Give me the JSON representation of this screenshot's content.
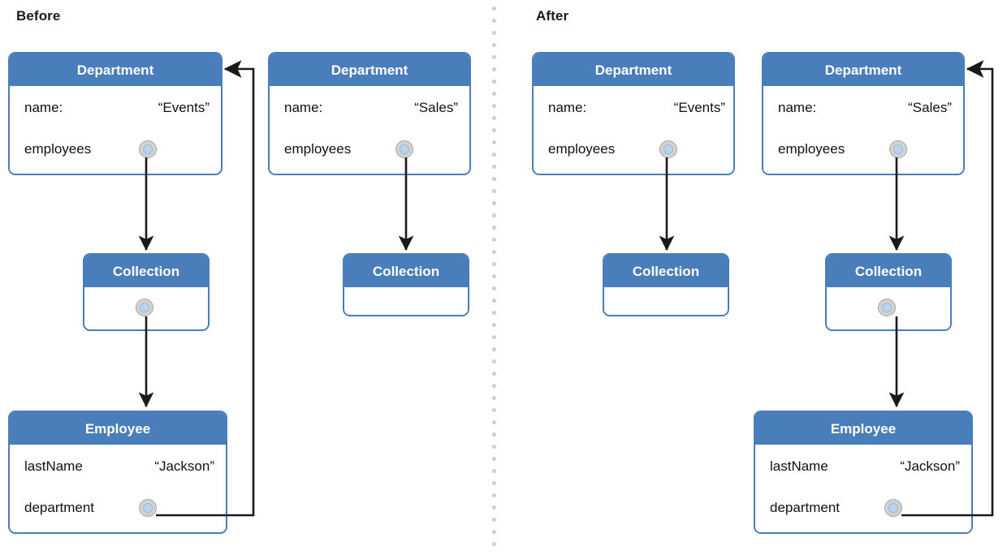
{
  "diagram": {
    "title_before": "Before",
    "title_after": "After",
    "colors": {
      "header_blue": "#4a7ebb",
      "border_blue": "#4a7ebb",
      "body_white": "#ffffff",
      "socket_ring": "#d2d2d2",
      "socket_fill": "#b9d5ee",
      "link_line": "#1a1a1a",
      "divider_dots": "#cfcfcf",
      "caption_text": "#1a1a1a",
      "row_text": "#111111"
    },
    "divider": {
      "name": "dotted-vertical-divider"
    }
  },
  "panels": [
    {
      "id": "before",
      "caption": "Before",
      "boxes": [
        {
          "id": "before-dept-events",
          "type": "Department",
          "header": "Department",
          "rows": [
            {
              "key": "name:",
              "value": "“Events”",
              "socket": false
            },
            {
              "key": "employees",
              "value": "",
              "socket": true
            }
          ]
        },
        {
          "id": "before-dept-sales",
          "type": "Department",
          "header": "Department",
          "rows": [
            {
              "key": "name:",
              "value": "“Sales”",
              "socket": false
            },
            {
              "key": "employees",
              "value": "",
              "socket": true
            }
          ]
        },
        {
          "id": "before-collection-left",
          "type": "Collection",
          "header": "Collection",
          "rows": [
            {
              "key": "",
              "value": "",
              "socket": true
            }
          ]
        },
        {
          "id": "before-collection-right",
          "type": "Collection",
          "header": "Collection",
          "rows": [
            {
              "key": "",
              "value": "",
              "socket": false
            }
          ]
        },
        {
          "id": "before-employee",
          "type": "Employee",
          "header": "Employee",
          "rows": [
            {
              "key": "lastName",
              "value": "“Jackson”",
              "socket": false
            },
            {
              "key": "department",
              "value": "",
              "socket": true
            }
          ]
        }
      ],
      "links": [
        {
          "from": "before-dept-events.employees",
          "to": "before-collection-left",
          "kind": "arrow-down"
        },
        {
          "from": "before-dept-sales.employees",
          "to": "before-collection-right",
          "kind": "arrow-down"
        },
        {
          "from": "before-collection-left.item",
          "to": "before-employee",
          "kind": "arrow-down"
        },
        {
          "from": "before-employee.department",
          "to": "before-dept-events",
          "kind": "arrow-routed-right-up-left"
        }
      ]
    },
    {
      "id": "after",
      "caption": "After",
      "boxes": [
        {
          "id": "after-dept-events",
          "type": "Department",
          "header": "Department",
          "rows": [
            {
              "key": "name:",
              "value": "“Events”",
              "socket": false
            },
            {
              "key": "employees",
              "value": "",
              "socket": true
            }
          ]
        },
        {
          "id": "after-dept-sales",
          "type": "Department",
          "header": "Department",
          "rows": [
            {
              "key": "name:",
              "value": "“Sales”",
              "socket": false
            },
            {
              "key": "employees",
              "value": "",
              "socket": true
            }
          ]
        },
        {
          "id": "after-collection-left",
          "type": "Collection",
          "header": "Collection",
          "rows": [
            {
              "key": "",
              "value": "",
              "socket": false
            }
          ]
        },
        {
          "id": "after-collection-right",
          "type": "Collection",
          "header": "Collection",
          "rows": [
            {
              "key": "",
              "value": "",
              "socket": true
            }
          ]
        },
        {
          "id": "after-employee",
          "type": "Employee",
          "header": "Employee",
          "rows": [
            {
              "key": "lastName",
              "value": "“Jackson”",
              "socket": false
            },
            {
              "key": "department",
              "value": "",
              "socket": true
            }
          ]
        }
      ],
      "links": [
        {
          "from": "after-dept-events.employees",
          "to": "after-collection-left",
          "kind": "arrow-down"
        },
        {
          "from": "after-dept-sales.employees",
          "to": "after-collection-right",
          "kind": "arrow-down"
        },
        {
          "from": "after-collection-right.item",
          "to": "after-employee",
          "kind": "arrow-down"
        },
        {
          "from": "after-employee.department",
          "to": "after-dept-sales",
          "kind": "arrow-routed-right-up-left"
        }
      ]
    }
  ],
  "labels": {
    "department": "Department",
    "collection": "Collection",
    "employee": "Employee",
    "name_key": "name:",
    "employees_key": "employees",
    "lastname_key": "lastName",
    "department_key": "department",
    "events_value": "“Events”",
    "sales_value": "“Sales”",
    "jackson_value": "“Jackson”"
  }
}
